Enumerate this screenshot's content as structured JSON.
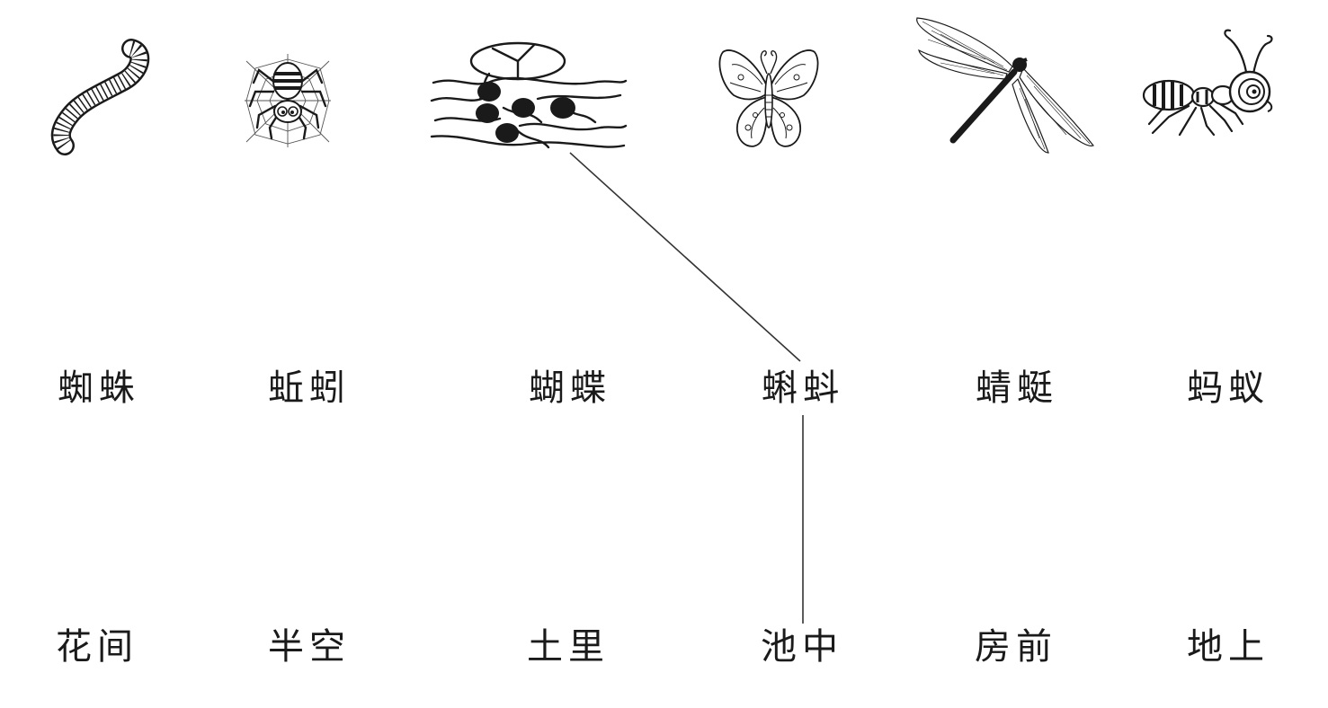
{
  "pictures": [
    {
      "icon": "earthworm-icon"
    },
    {
      "icon": "spider-icon"
    },
    {
      "icon": "tadpoles-icon"
    },
    {
      "icon": "butterfly-icon"
    },
    {
      "icon": "dragonfly-icon"
    },
    {
      "icon": "ant-icon"
    }
  ],
  "animal_names": [
    "蜘蛛",
    "蚯蚓",
    "蝴蝶",
    "蝌蚪",
    "蜻蜓",
    "蚂蚁"
  ],
  "habitats": [
    "花间",
    "半空",
    "土里",
    "池中",
    "房前",
    "地上"
  ],
  "matches": [
    {
      "picture": "tadpoles-icon",
      "name": "蝌蚪",
      "habitat": "池中"
    }
  ],
  "colors": {
    "ink": "#1a1a1a",
    "line": "#333333"
  }
}
